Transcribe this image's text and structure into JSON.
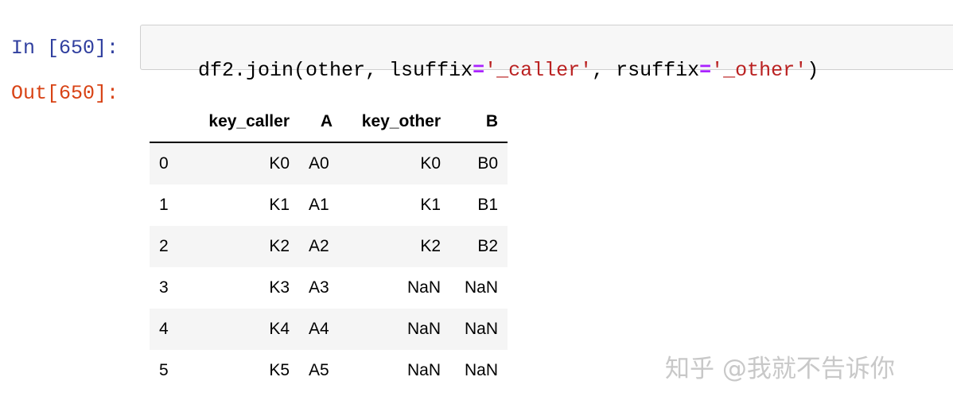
{
  "input_prompt": "In [650]:",
  "output_prompt": "Out[650]:",
  "code": {
    "tokens": [
      {
        "text": "df2.join(other, lsuffix",
        "kind": "plain"
      },
      {
        "text": "=",
        "kind": "op"
      },
      {
        "text": "'_caller'",
        "kind": "str"
      },
      {
        "text": ", rsuffix",
        "kind": "plain"
      },
      {
        "text": "=",
        "kind": "op"
      },
      {
        "text": "'_other'",
        "kind": "str"
      },
      {
        "text": ")",
        "kind": "plain"
      }
    ]
  },
  "table": {
    "columns": [
      "",
      "key_caller",
      "A",
      "key_other",
      "B"
    ],
    "rows": [
      [
        "0",
        "K0",
        "A0",
        "K0",
        "B0"
      ],
      [
        "1",
        "K1",
        "A1",
        "K1",
        "B1"
      ],
      [
        "2",
        "K2",
        "A2",
        "K2",
        "B2"
      ],
      [
        "3",
        "K3",
        "A3",
        "NaN",
        "NaN"
      ],
      [
        "4",
        "K4",
        "A4",
        "NaN",
        "NaN"
      ],
      [
        "5",
        "K5",
        "A5",
        "NaN",
        "NaN"
      ]
    ]
  },
  "watermark": "知乎 @我就不告诉你",
  "colors": {
    "input_prompt": "#303f9f",
    "output_prompt": "#d84315",
    "operator": "#aa22ff",
    "string": "#ba2121",
    "stripe": "#f5f5f5"
  }
}
